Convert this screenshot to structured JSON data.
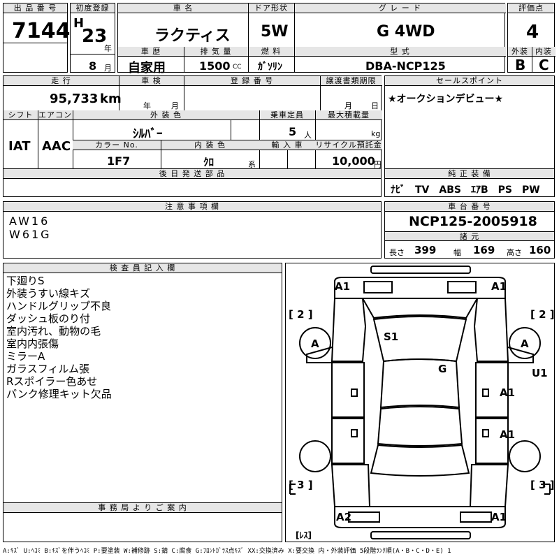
{
  "header": {
    "lot_number_label": "出 品 番 号",
    "lot_number": "7144",
    "first_reg_label": "初度登録",
    "era": "H",
    "year": "23",
    "year_unit": "年",
    "month": "8",
    "month_unit": "月",
    "car_name_label": "車 名",
    "car_name": "ラクティス",
    "door_label": "ドア形状",
    "door": "5W",
    "grade_label": "グ レ ー ド",
    "grade": "G 4WD",
    "score_label": "評価点",
    "score": "4",
    "history_label": "車 歴",
    "history": "自家用",
    "displacement_label": "排 気 量",
    "displacement": "1500",
    "displacement_unit": "CC",
    "fuel_label": "燃 料",
    "fuel": "ｶﾞｿﾘﾝ",
    "model_label": "型 式",
    "model": "DBA-NCP125",
    "exterior_label": "外装",
    "exterior": "B",
    "interior_label": "内装",
    "interior": "C"
  },
  "row2": {
    "mileage_label": "走 行",
    "mileage": "95,733",
    "mileage_unit": "km",
    "inspection_label": "車 検",
    "inspection_year_unit": "年",
    "inspection_month_unit": "月",
    "reg_number_label": "登 録 番 号",
    "transfer_deadline_label": "譲渡書類期限",
    "transfer_month_unit": "月",
    "transfer_day_unit": "日",
    "shift_label": "シフト",
    "shift": "IAT",
    "ac_label": "エアコン",
    "ac": "AAC",
    "ext_color_label": "外 装 色",
    "ext_color": "ｼﾙﾊﾞｰ",
    "capacity_label": "乗車定員",
    "capacity": "5",
    "capacity_unit": "人",
    "max_load_label": "最大積載量",
    "max_load_unit": "kg",
    "color_no_label": "カラー No.",
    "color_no": "1F7",
    "int_color_label": "内 装 色",
    "int_color": "ｸﾛ",
    "int_color_unit": "系",
    "import_label": "輸 入 車",
    "recycle_label": "リサイクル預託金",
    "recycle": "10,000",
    "recycle_unit": "円",
    "later_parts_label": "後 日 発 送 部 品",
    "sales_point_label": "セールスポイント",
    "sales_point": "★オークションデビュー★",
    "equipment_label": "純 正 装 備",
    "equipment": "ﾅﾋﾞ　TV　ABS　ｴｱB　PS　PW"
  },
  "notes": {
    "caution_label": "注 意 事 項 欄",
    "caution_lines": [
      "AW16",
      "W61G"
    ],
    "chassis_label": "車 台 番 号",
    "chassis": "NCP125-2005918",
    "dims_label": "諸 元",
    "length_label": "長さ",
    "length": "399",
    "width_label": "幅",
    "width": "169",
    "height_label": "高さ",
    "height": "160",
    "inspector_label": "検 査 員 記 入 欄",
    "inspector_lines": [
      "下廻りS",
      "外装うすい線キズ",
      "ハンドルグリップ不良",
      "ダッシュ板のり付",
      "室内汚れ、動物の毛",
      "室内内張傷",
      "ミラーA",
      "ガラスフィルム張",
      "Rスポイラー色あせ",
      "パンク修理キット欠品"
    ],
    "office_label": "事 務 局 よ り ご 案 内"
  },
  "diagram": {
    "marks": {
      "a1_tl": "A1",
      "a1_tr": "A1",
      "n2_l": "[ 2 ]",
      "n2_r": "[ 2 ]",
      "a_l": "A",
      "a_r": "A",
      "s1": "S1",
      "g": "G",
      "u1": "U1",
      "a1_rm1": "A1",
      "a1_rm2": "A1",
      "n3_l": "[ 3 ]",
      "n3_r": "[ 3 ]",
      "a2": "A2",
      "a1_br": "A1",
      "less": "[ﾚｽ]"
    }
  },
  "footer": "A:ｷｽﾞ U:ﾍｺﾐ B:ｷｽﾞを伴うﾍｺﾐ P:要塗装 W:補修跡 S:錆 C:腐食 G:ﾌﾛﾝﾄｶﾞﾗｽ点ｷｽﾞ XX:交換済み X:要交換 内・外装評価 5段階ﾗﾝｸ順(A・B・C・D・E) 1"
}
